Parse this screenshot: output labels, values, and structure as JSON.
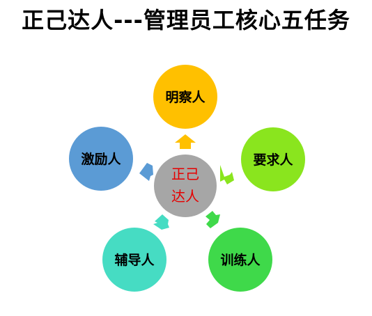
{
  "title": "正己达人---管理员工核心五任务",
  "center": {
    "line1": "正己",
    "line2": "达人",
    "color": "#a6a6a6",
    "text_color": "#e60000"
  },
  "nodes": {
    "top": {
      "label": "明察人",
      "color": "#ffc000"
    },
    "right": {
      "label": "要求人",
      "color": "#8ae51e"
    },
    "bottom_right": {
      "label": "训练人",
      "color": "#3fd94a"
    },
    "bottom_left": {
      "label": "辅导人",
      "color": "#46dcc3"
    },
    "left": {
      "label": "激励人",
      "color": "#5b9bd5"
    }
  }
}
